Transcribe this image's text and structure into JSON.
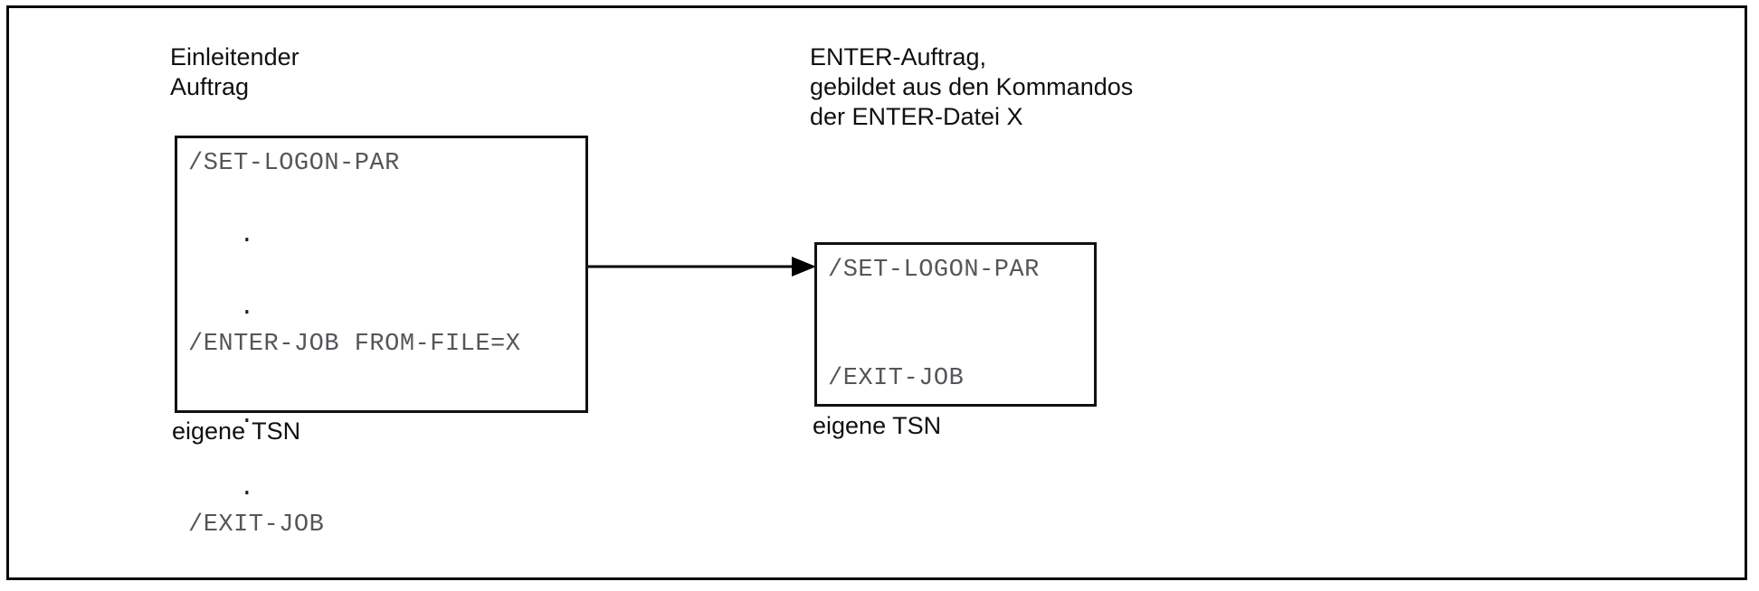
{
  "diagram": {
    "title_hidden": "",
    "frame": {
      "border_color": "#0a0a0a"
    },
    "left": {
      "caption": "Einleitender\nAuftrag",
      "code": [
        {
          "kind": "cmd",
          "text": "/SET-LOGON-PAR"
        },
        {
          "kind": "blank",
          "text": " "
        },
        {
          "kind": "dot",
          "text": "."
        },
        {
          "kind": "blank",
          "text": " "
        },
        {
          "kind": "dot",
          "text": "."
        },
        {
          "kind": "cmd",
          "text": "/ENTER-JOB FROM-FILE=X"
        },
        {
          "kind": "blank",
          "text": " "
        },
        {
          "kind": "dot",
          "text": "."
        },
        {
          "kind": "blank",
          "text": " "
        },
        {
          "kind": "dot",
          "text": "."
        },
        {
          "kind": "cmd",
          "text": "/EXIT-JOB"
        }
      ],
      "tsn_label": "eigene TSN"
    },
    "right": {
      "caption": "ENTER-Auftrag,\ngebildet aus den Kommandos\nder ENTER-Datei X",
      "code": [
        {
          "kind": "cmd",
          "text": "/SET-LOGON-PAR"
        },
        {
          "kind": "blank",
          "text": " "
        },
        {
          "kind": "blank",
          "text": " "
        },
        {
          "kind": "cmd",
          "text": "/EXIT-JOB"
        }
      ],
      "tsn_label": "eigene TSN"
    },
    "arrow": {
      "name": "flow-arrow",
      "direction": "right",
      "color": "#000000"
    },
    "colors": {
      "code_text": "#55565a",
      "label_text": "#101010",
      "box_border": "#111111",
      "frame_border": "#0a0a0a",
      "background": "#ffffff"
    }
  }
}
